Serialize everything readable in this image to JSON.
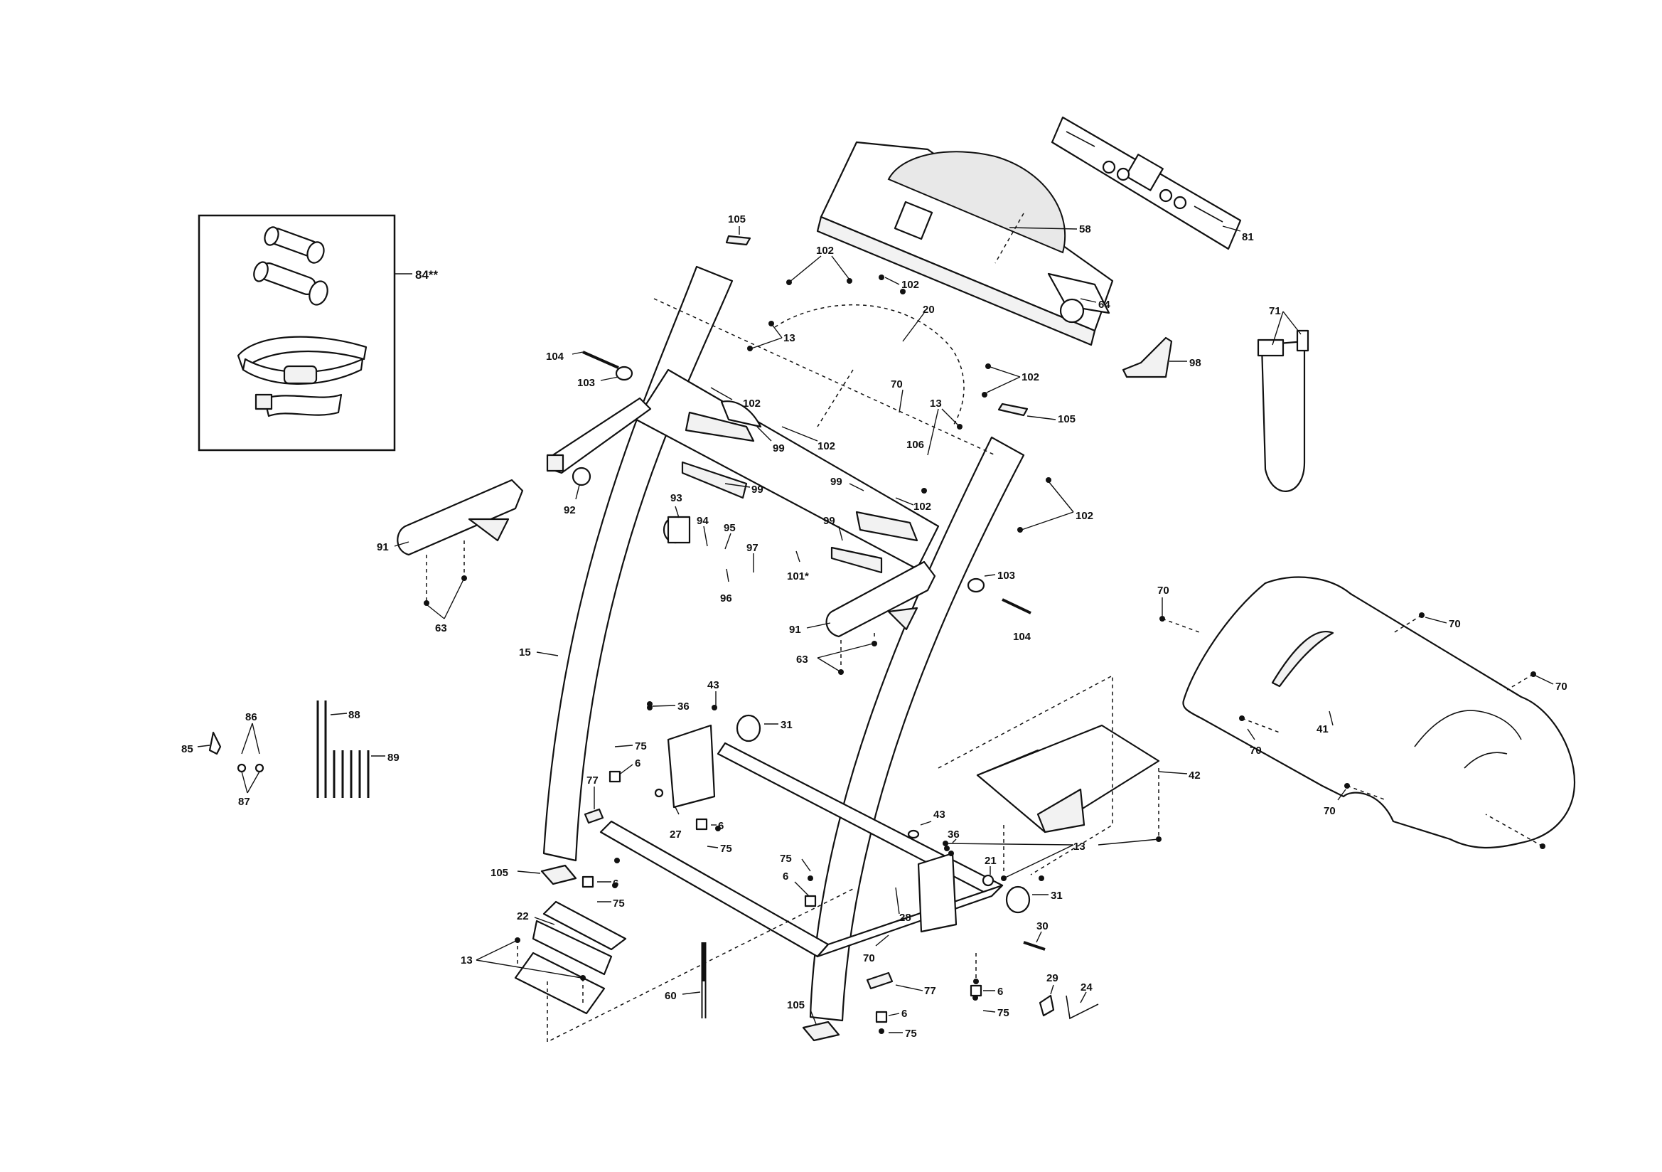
{
  "inset": {
    "label": "84**"
  },
  "callouts": {
    "c13a": "13",
    "c13b": "13",
    "c13c": "13",
    "c13d": "13",
    "c102a": "102",
    "c102b": "102",
    "c102c": "102",
    "c102d": "102",
    "c102e": "102",
    "c102f": "102",
    "c102g": "102",
    "c105a": "105",
    "c105b": "105",
    "c105c": "105",
    "c105d": "105",
    "c104a": "104",
    "c104b": "104",
    "c103a": "103",
    "c103b": "103",
    "c20": "20",
    "c58": "58",
    "c64": "64",
    "c81": "81",
    "c71": "71",
    "c98": "98",
    "c70a": "70",
    "c70b": "70",
    "c70c": "70",
    "c70d": "70",
    "c70e": "70",
    "c70f": "70",
    "c70g": "70",
    "c106": "106",
    "c99a": "99",
    "c99b": "99",
    "c99c": "99",
    "c99d": "99",
    "c92": "92",
    "c91a": "91",
    "c91b": "91",
    "c63a": "63",
    "c63b": "63",
    "c93": "93",
    "c94": "94",
    "c95": "95",
    "c96": "96",
    "c97": "97",
    "c101": "101*",
    "c15": "15",
    "c85": "85",
    "c86": "86",
    "c87": "87",
    "c88": "88",
    "c89": "89",
    "c43a": "43",
    "c43b": "43",
    "c36a": "36",
    "c36b": "36",
    "c31a": "31",
    "c31b": "31",
    "c75a": "75",
    "c75b": "75",
    "c75c": "75",
    "c75d": "75",
    "c75e": "75",
    "c75f": "75",
    "c6a": "6",
    "c6b": "6",
    "c6c": "6",
    "c6d": "6",
    "c6e": "6",
    "c6f": "6",
    "c77a": "77",
    "c77b": "77",
    "c27": "27",
    "c42": "42",
    "c21": "21",
    "c28": "28",
    "c30": "30",
    "c22": "22",
    "c60": "60",
    "c29": "29",
    "c24": "24",
    "c41": "41"
  }
}
